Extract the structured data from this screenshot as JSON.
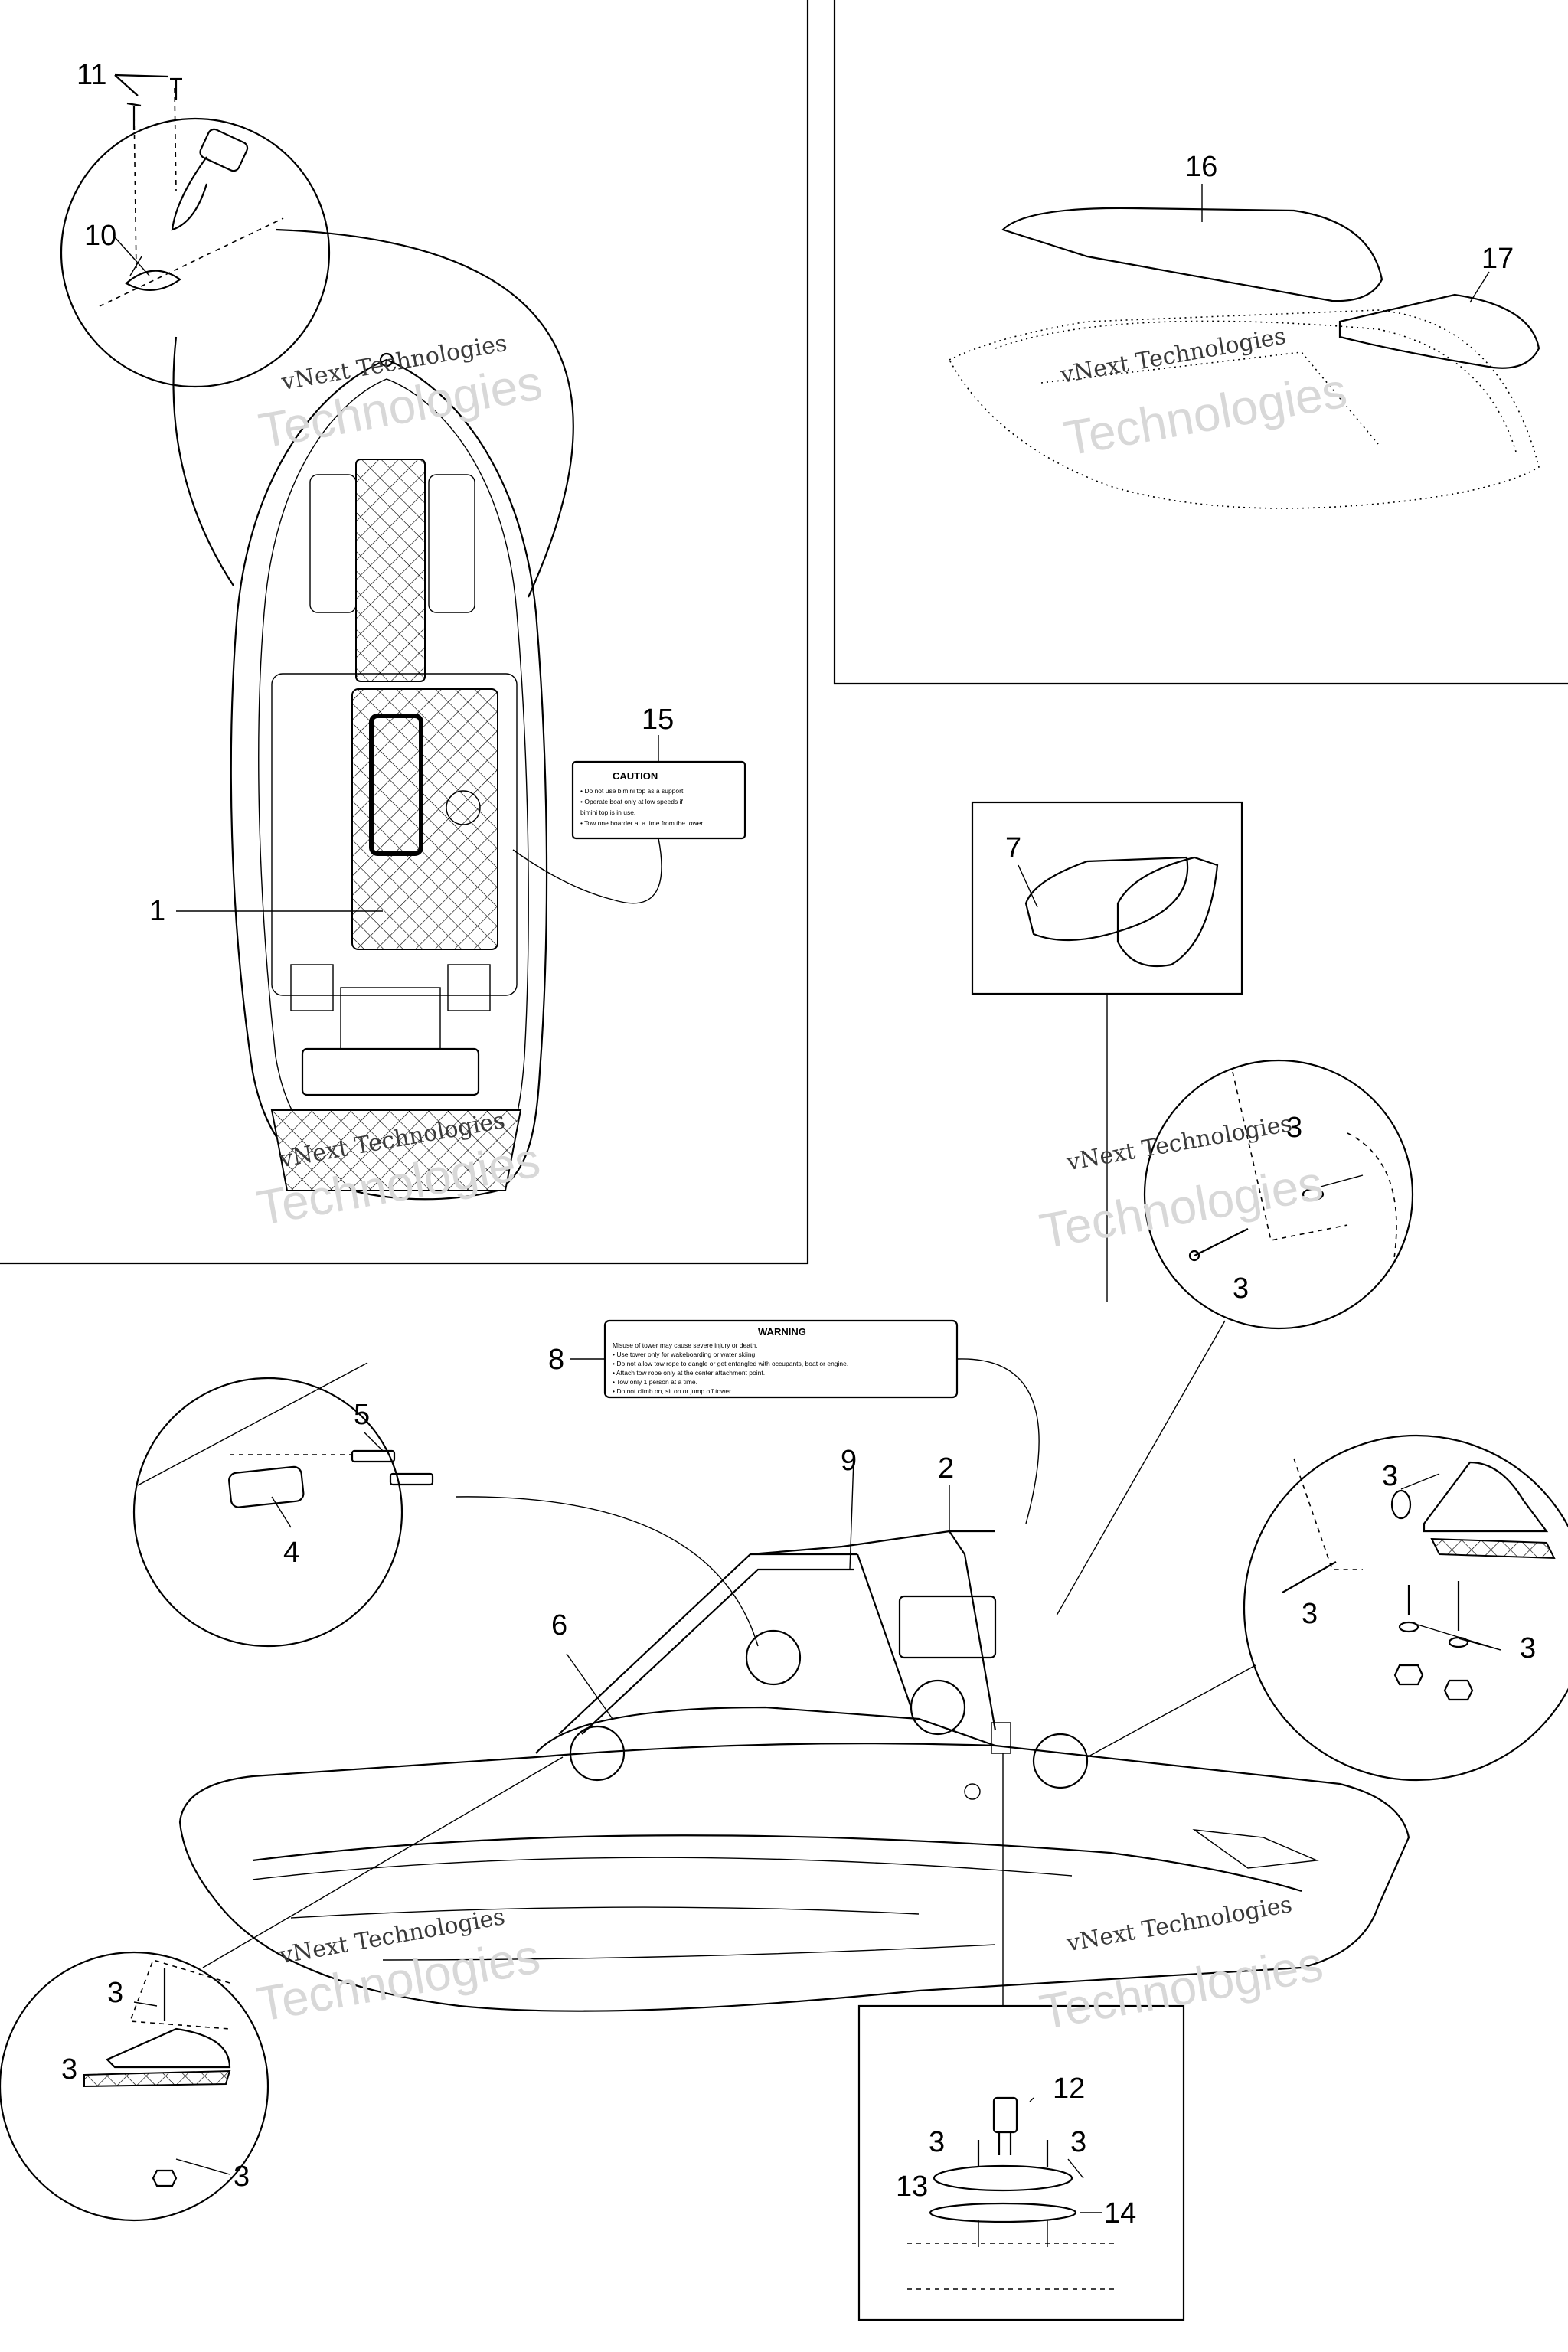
{
  "watermark": {
    "line1": "vNext Technologies",
    "line2": "Technologies"
  },
  "callouts": {
    "c1": "1",
    "c2": "2",
    "c3": "3",
    "c4": "4",
    "c5": "5",
    "c6": "6",
    "c7": "7",
    "c8": "8",
    "c9": "9",
    "c10": "10",
    "c11": "11",
    "c12": "12",
    "c13": "13",
    "c14": "14",
    "c15": "15",
    "c16": "16",
    "c17": "17"
  },
  "labels": {
    "caution_title": "CAUTION",
    "caution_lines": [
      "• Do not use bimini top as a support.",
      "• Operate boat only at low speeds if",
      "  bimini top is in use.",
      "• Tow one boarder at a time from the tower."
    ],
    "warning_title": "WARNING",
    "warning_lines": [
      "Misuse of tower may cause severe injury or death.",
      "• Use tower only for wakeboarding or water skiing.",
      "• Do not allow tow rope to dangle or get entangled with occupants, boat or engine.",
      "• Attach tow rope only at the center attachment point.",
      "• Tow only 1 person at a time.",
      "• Do not climb on, sit on or jump off tower."
    ]
  },
  "colors": {
    "line": "#000000",
    "background": "#ffffff",
    "watermark_light": "#d8d8d8"
  }
}
